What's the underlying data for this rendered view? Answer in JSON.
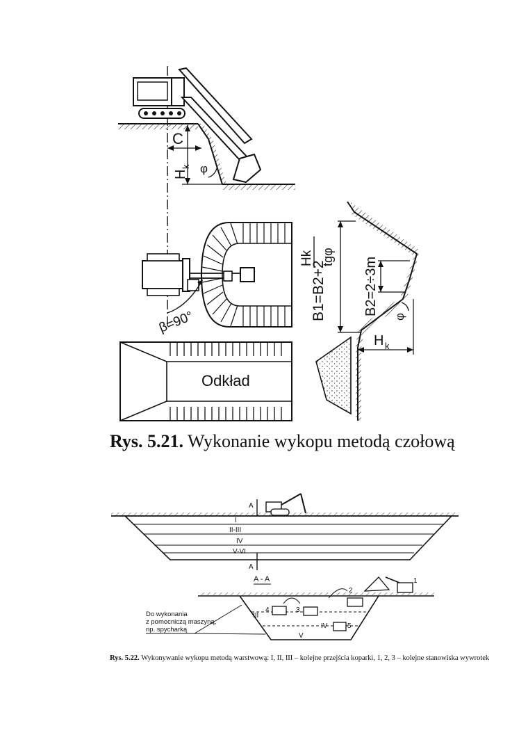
{
  "figure1": {
    "label_C": "C",
    "label_Hk_side": "H",
    "label_Hk_side_sub": "k",
    "label_phi_top": "φ",
    "label_beta": "β=90°",
    "label_dump": "Odkład",
    "formula_B1": "B1=B2+2",
    "formula_Hk": "Hk",
    "formula_tg": "tgφ",
    "formula_B2": "B2=2÷3m",
    "label_phi_right": "φ",
    "label_Hk_right": "H",
    "label_Hk_right_sub": "k",
    "caption_number": "Rys. 5.21.",
    "caption_text": "Wykonanie wykopu metodą czołową"
  },
  "figure2": {
    "label_A_top": "A",
    "label_A_bottom": "A",
    "layers": [
      "I",
      "II-III",
      "IV",
      "V-VI"
    ],
    "section_title": "A - A",
    "note_lines": [
      "Do wykonania",
      "z pomocniczą maszyną,",
      "np. spycharką"
    ],
    "marks": [
      "1",
      "2",
      "3",
      "4",
      "5"
    ],
    "zones": [
      "III",
      "IV",
      "V"
    ],
    "caption_number": "Rys. 5.22.",
    "caption_text": "Wykonywanie wykopu metodą warstwową: I, II, III – kolejne przejścia koparki, 1, 2, 3 – kolejne stanowiska wywrotek"
  }
}
